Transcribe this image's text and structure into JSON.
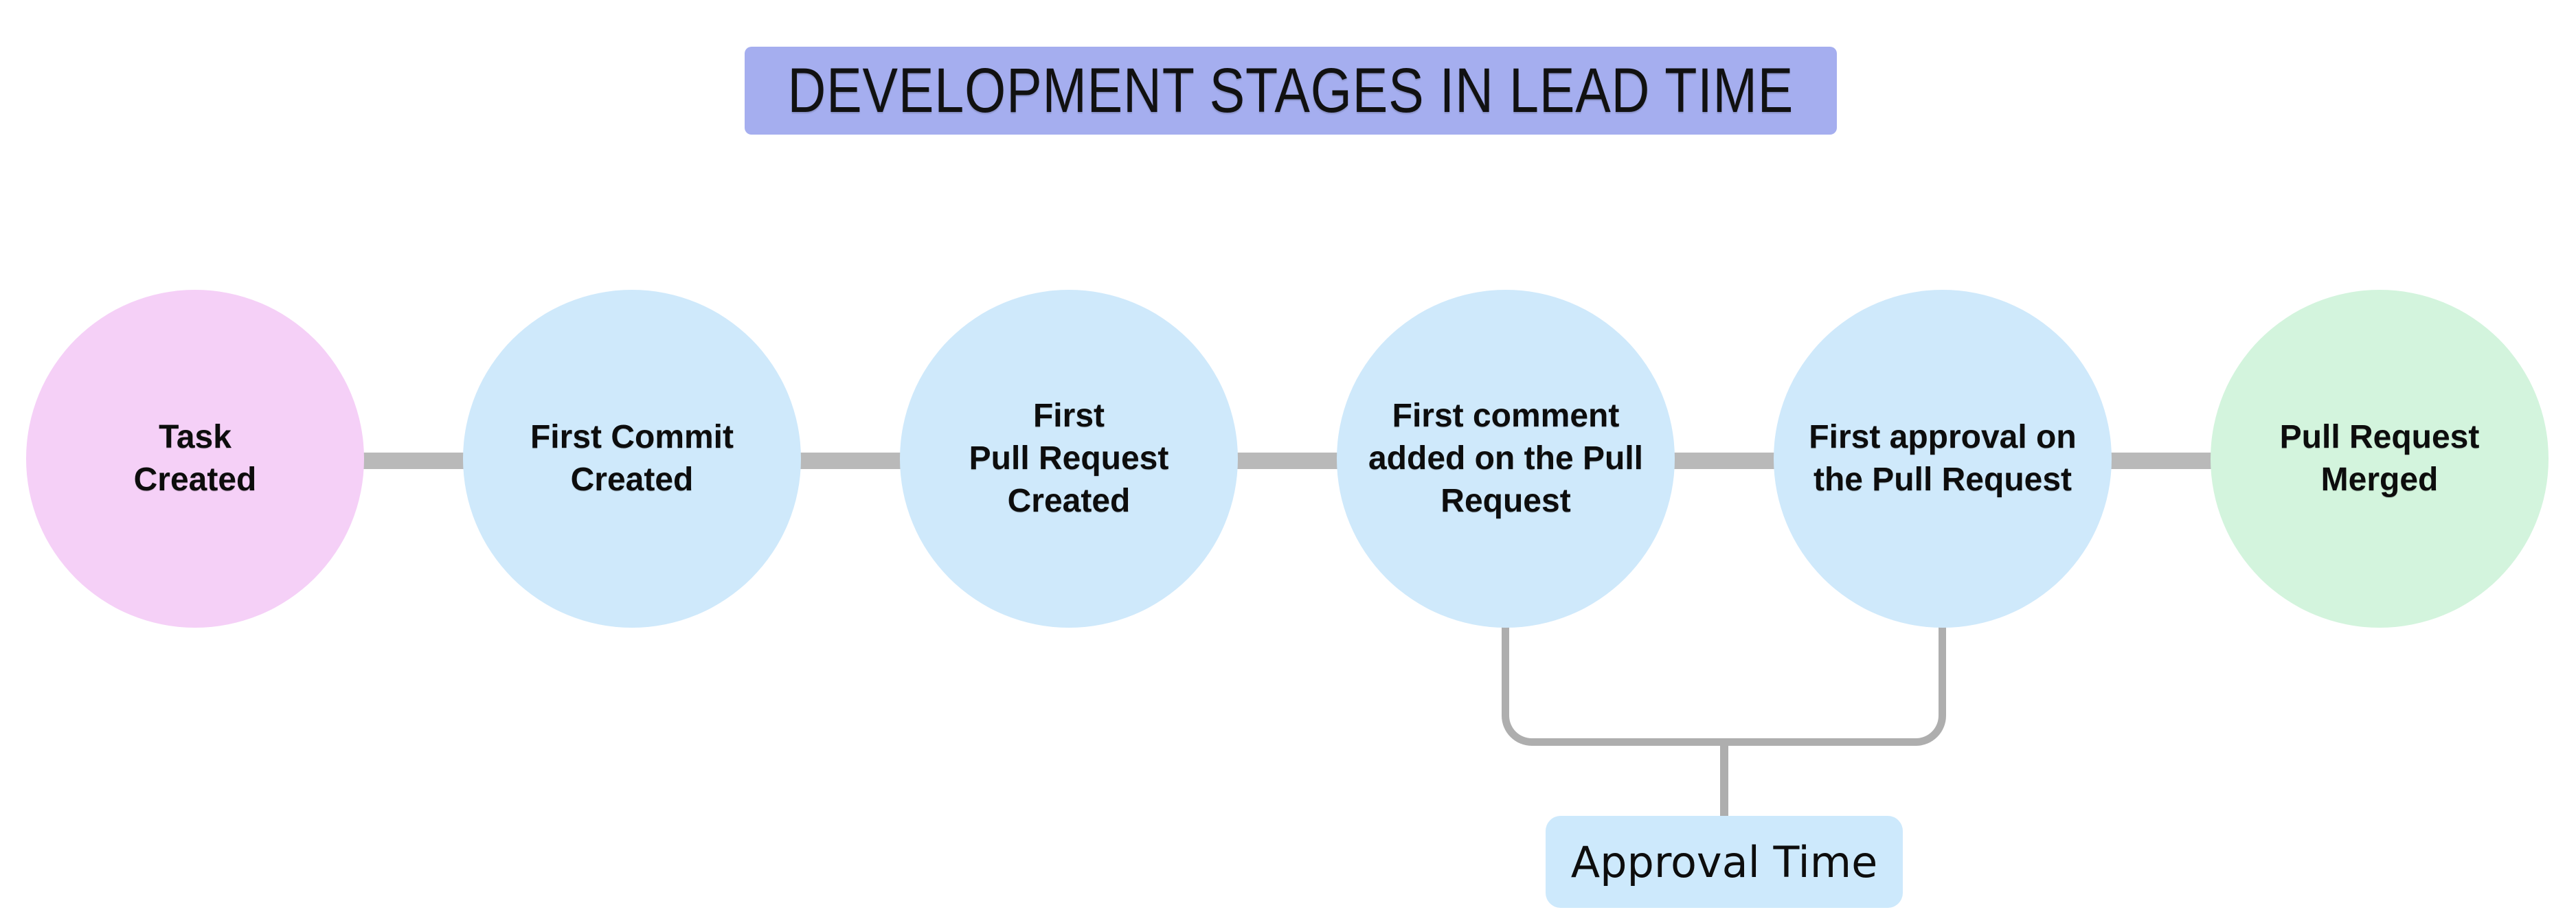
{
  "title": {
    "text": "DEVELOPMENT STAGES IN LEAD TIME",
    "bg_color": "#a5aeef"
  },
  "stages": [
    {
      "label": "Task\nCreated",
      "color": "#f5d0f7"
    },
    {
      "label": "First Commit\nCreated",
      "color": "#cfe9fb"
    },
    {
      "label": "First\nPull Request\nCreated",
      "color": "#cfe9fb"
    },
    {
      "label": "First comment\nadded on the Pull\nRequest",
      "color": "#cfe9fb"
    },
    {
      "label": "First approval on\nthe Pull Request",
      "color": "#cfe9fb"
    },
    {
      "label": "Pull Request\nMerged",
      "color": "#d3f4dd"
    }
  ],
  "connector": {
    "color": "#b9b9b9"
  },
  "bracket": {
    "label": "Approval Time",
    "box_bg_color": "#cde9fc",
    "line_color": "#aeaeae"
  },
  "background_color": "#ffffff"
}
